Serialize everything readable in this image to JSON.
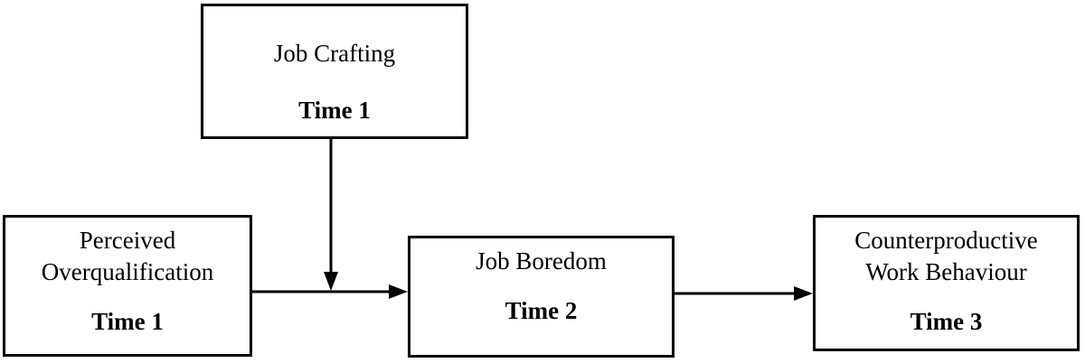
{
  "figure": {
    "background_color": "#ffffff",
    "line_color": "#000000"
  },
  "nodes": {
    "job_crafting": {
      "label": "Job Crafting",
      "time": "Time 1"
    },
    "perceived_overqualification": {
      "label": "Perceived Overqualification",
      "time": "Time 1"
    },
    "job_boredom": {
      "label": "Job Boredom",
      "time": "Time 2"
    },
    "counterproductive_work_behaviour": {
      "label": "Counterproductive Work Behaviour",
      "time": "Time 3"
    }
  },
  "edges": [
    {
      "from": "Perceived Overqualification (Time 1)",
      "to": "Job Boredom (Time 2)",
      "style": "solid-arrow"
    },
    {
      "from": "Job Crafting (Time 1)",
      "to": "path between Perceived Overqualification and Job Boredom",
      "style": "solid-arrow-moderation"
    },
    {
      "from": "Job Boredom (Time 2)",
      "to": "Counterproductive Work Behaviour (Time 3)",
      "style": "solid-arrow"
    }
  ]
}
